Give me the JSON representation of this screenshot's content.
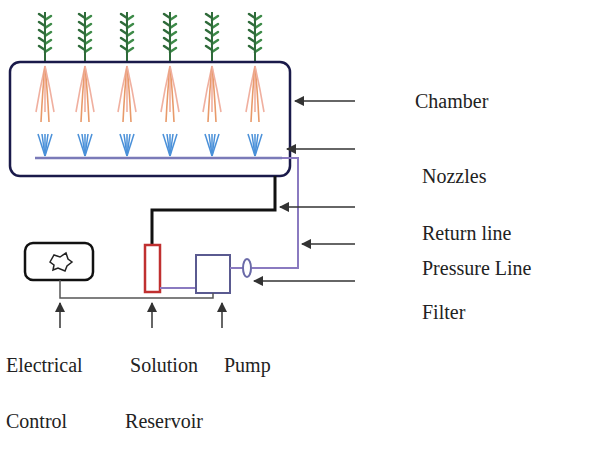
{
  "diagram": {
    "labels": [
      "Chamber",
      "Nozzles",
      "Return line",
      "Pressure Line",
      "Filter",
      "Electrical Control",
      "Solution Reservoir",
      "Pump"
    ]
  }
}
